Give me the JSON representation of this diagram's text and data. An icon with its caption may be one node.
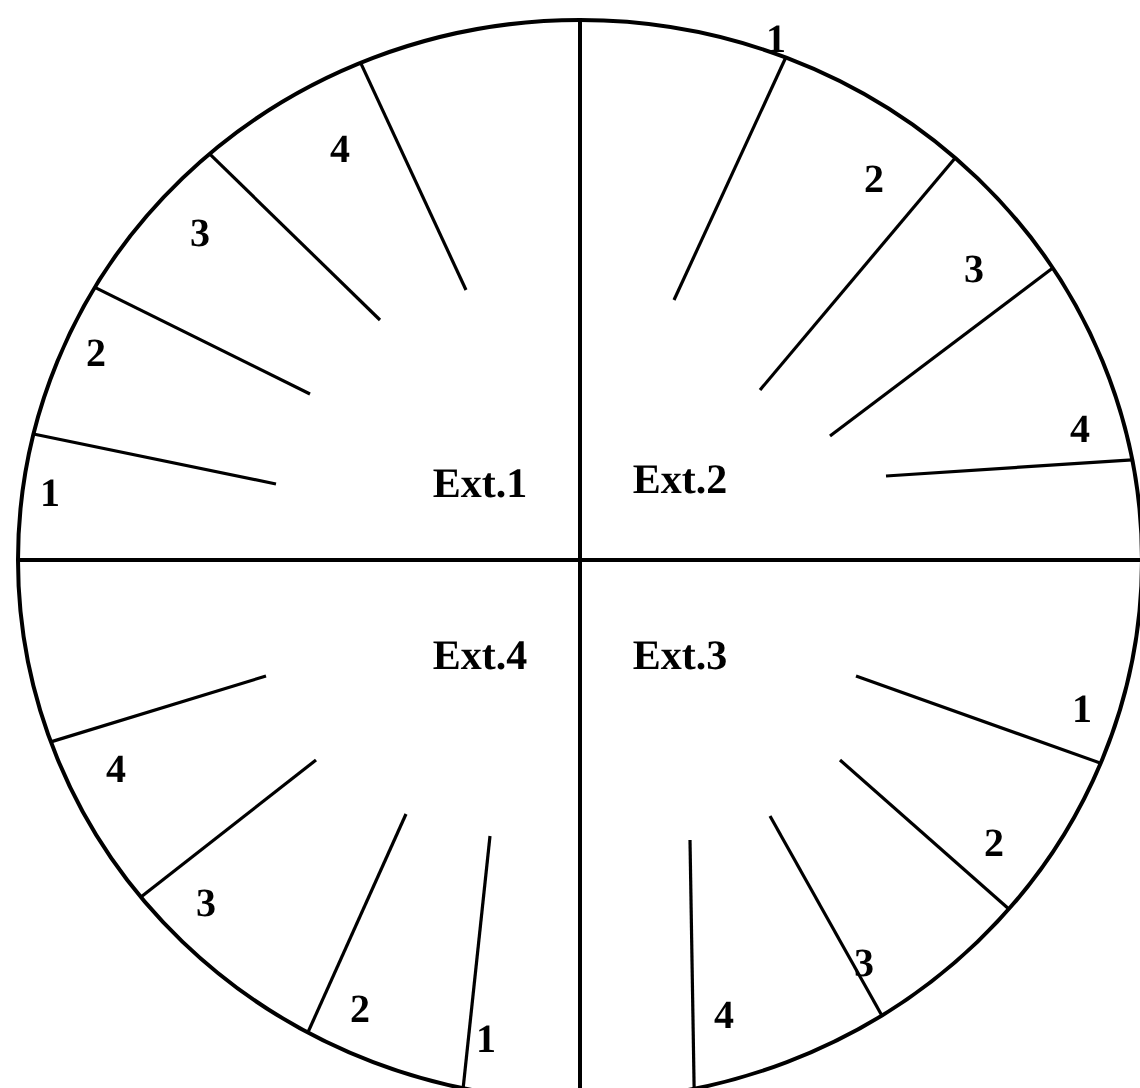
{
  "diagram": {
    "labels": [
      "Ext.1",
      "1",
      "2",
      "3",
      "4",
      "Ext.2",
      "1",
      "2",
      "3",
      "4",
      "Ext.3",
      "1",
      "2",
      "3",
      "4",
      "Ext.4",
      "4",
      "3",
      "2",
      "1"
    ]
  }
}
